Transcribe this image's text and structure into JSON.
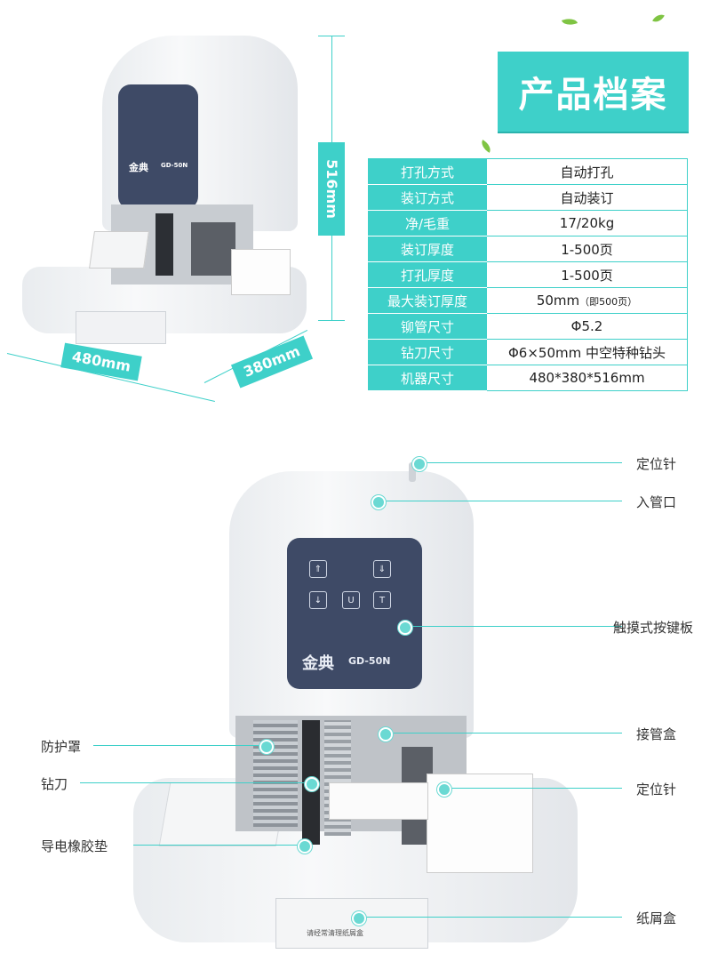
{
  "title": "产品档案",
  "spec_table": [
    {
      "label": "打孔方式",
      "value": "自动打孔"
    },
    {
      "label": "装订方式",
      "value": "自动装订"
    },
    {
      "label": "净/毛重",
      "value": "17/20kg"
    },
    {
      "label": "装订厚度",
      "value": "1-500页"
    },
    {
      "label": "打孔厚度",
      "value": "1-500页"
    },
    {
      "label": "最大装订厚度",
      "value": "50mm",
      "note": "（即500页）"
    },
    {
      "label": "铆管尺寸",
      "value": "Φ5.2"
    },
    {
      "label": "钻刀尺寸",
      "value": "Φ6×50mm 中空特种钻头"
    },
    {
      "label": "机器尺寸",
      "value": "480*380*516mm"
    }
  ],
  "dimensions": {
    "height": "516mm",
    "width": "480mm",
    "depth": "380mm"
  },
  "machine": {
    "brand": "金典",
    "model": "GD-50N",
    "drawer_label": "请经常清理纸屑盒"
  },
  "callouts": {
    "right": [
      "定位针",
      "入管口",
      "触摸式按键板",
      "接管盒",
      "定位针",
      "纸屑盒"
    ],
    "left": [
      "防护罩",
      "钻刀",
      "导电橡胶垫"
    ]
  }
}
